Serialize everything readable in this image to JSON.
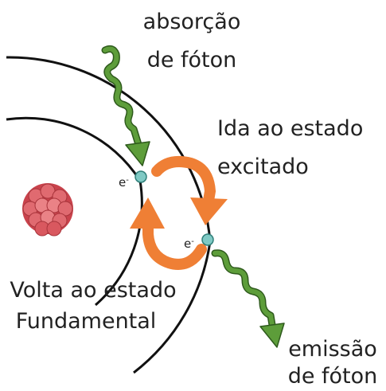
{
  "labels": {
    "absorption_line1": "absorção",
    "absorption_line2": "de fóton",
    "excite_line1": "Ida ao estado",
    "excite_line2": "excitado",
    "return_line1": "Volta ao estado",
    "return_line2": "Fundamental",
    "emission_line1": "emissão",
    "emission_line2": "de fóton",
    "electron_symbol": "e",
    "electron_charge": "-"
  },
  "colors": {
    "orbit": "#111111",
    "photon_wave": "#5d9d3a",
    "transition_arrow": "#ef7f35",
    "electron": "#7fc9c4",
    "nucleus": "#d9585f"
  },
  "icons": {
    "nucleus": "nucleus-icon",
    "electron": "electron-icon",
    "photon": "wavy-photon-arrow-icon",
    "transition": "curved-arrow-icon"
  }
}
